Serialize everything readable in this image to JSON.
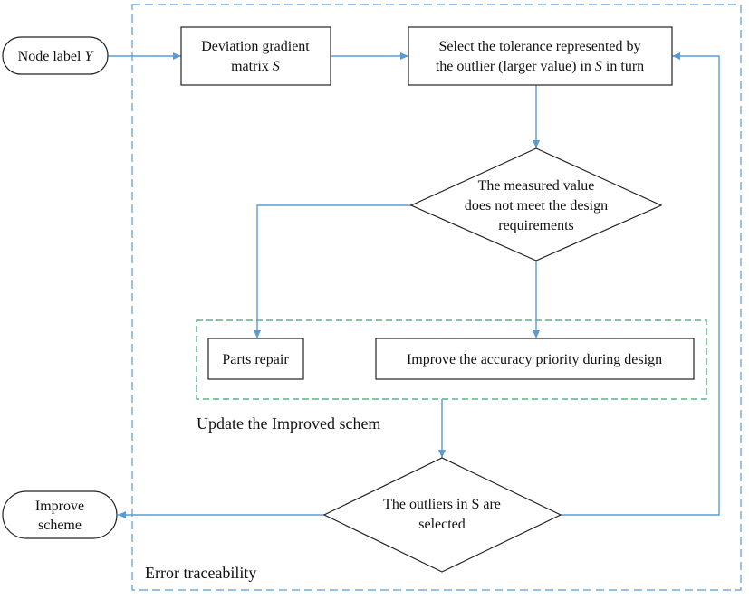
{
  "colors": {
    "flow_line": "#5b9bd5",
    "outer_frame": "#5b9bd5",
    "inner_frame": "#3aa56a",
    "shape_stroke": "#222222",
    "text": "#111111"
  },
  "nodes": {
    "node_label": {
      "text": "Node label ",
      "var": "Y"
    },
    "deviation_matrix": {
      "line1": "Deviation gradient",
      "line2": "matrix ",
      "line2_var": "S"
    },
    "select_tolerance": {
      "line1": "Select the tolerance represented by",
      "line2_a": "the outlier (larger value) in ",
      "line2_var": "S",
      "line2_b": " in turn"
    },
    "measured_value": {
      "line1": "The measured value",
      "line2": "does not meet the design",
      "line3": "requirements"
    },
    "parts_repair": "Parts repair",
    "improve_accuracy": "Improve the accuracy priority during design",
    "outliers_selected": {
      "line1": "The outliers in S are",
      "line2": "selected"
    },
    "improve_scheme": {
      "line1": "Improve",
      "line2": "scheme"
    }
  },
  "frames": {
    "update_label": "Update the Improved schem",
    "error_label": "Error traceability"
  }
}
